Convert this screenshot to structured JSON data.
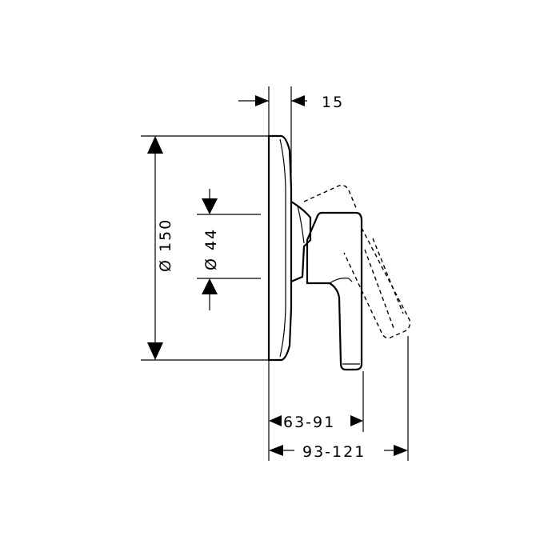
{
  "drawing": {
    "dimensions": {
      "offset_top": "15",
      "diameter_plate": "Ø 150",
      "diameter_hub": "Ø 44",
      "depth_lever": "63-91",
      "depth_total": "93-121"
    }
  }
}
